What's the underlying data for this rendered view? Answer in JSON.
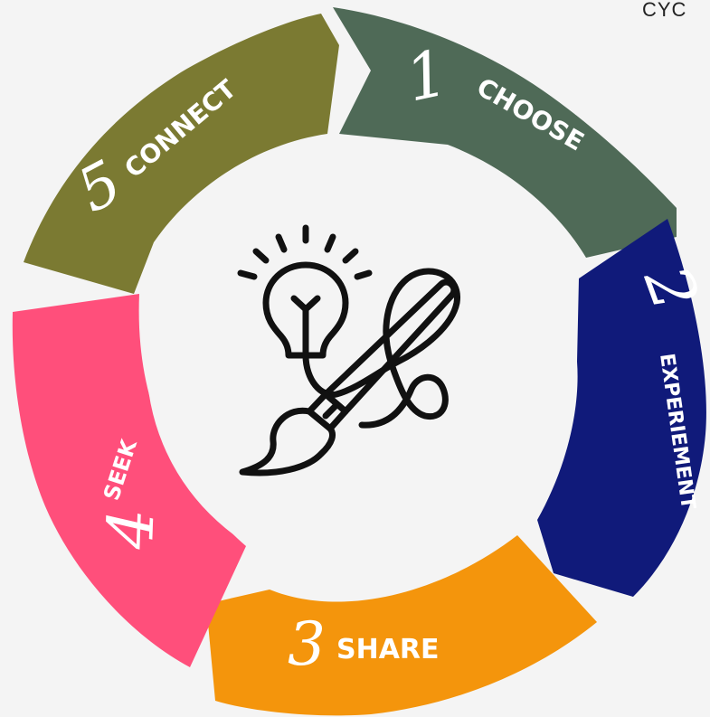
{
  "header": {
    "corner_text": "CYC"
  },
  "colors": {
    "background": "#f4f4f4",
    "choose": "#4f6a57",
    "experiment": "#101a7a",
    "share": "#f4950c",
    "seek": "#ff4f7b",
    "connect": "#7b7a32",
    "center": "#f4f4f4",
    "icon": "#111111"
  },
  "segments": [
    {
      "number": "1",
      "label": "CHOOSE"
    },
    {
      "number": "2",
      "label": "EXPERIEMENT"
    },
    {
      "number": "3",
      "label": "SHARE"
    },
    {
      "number": "4",
      "label": "SEEK"
    },
    {
      "number": "5",
      "label": "CONNECT"
    }
  ],
  "center_icon": "lightbulb-paintbrush-icon"
}
